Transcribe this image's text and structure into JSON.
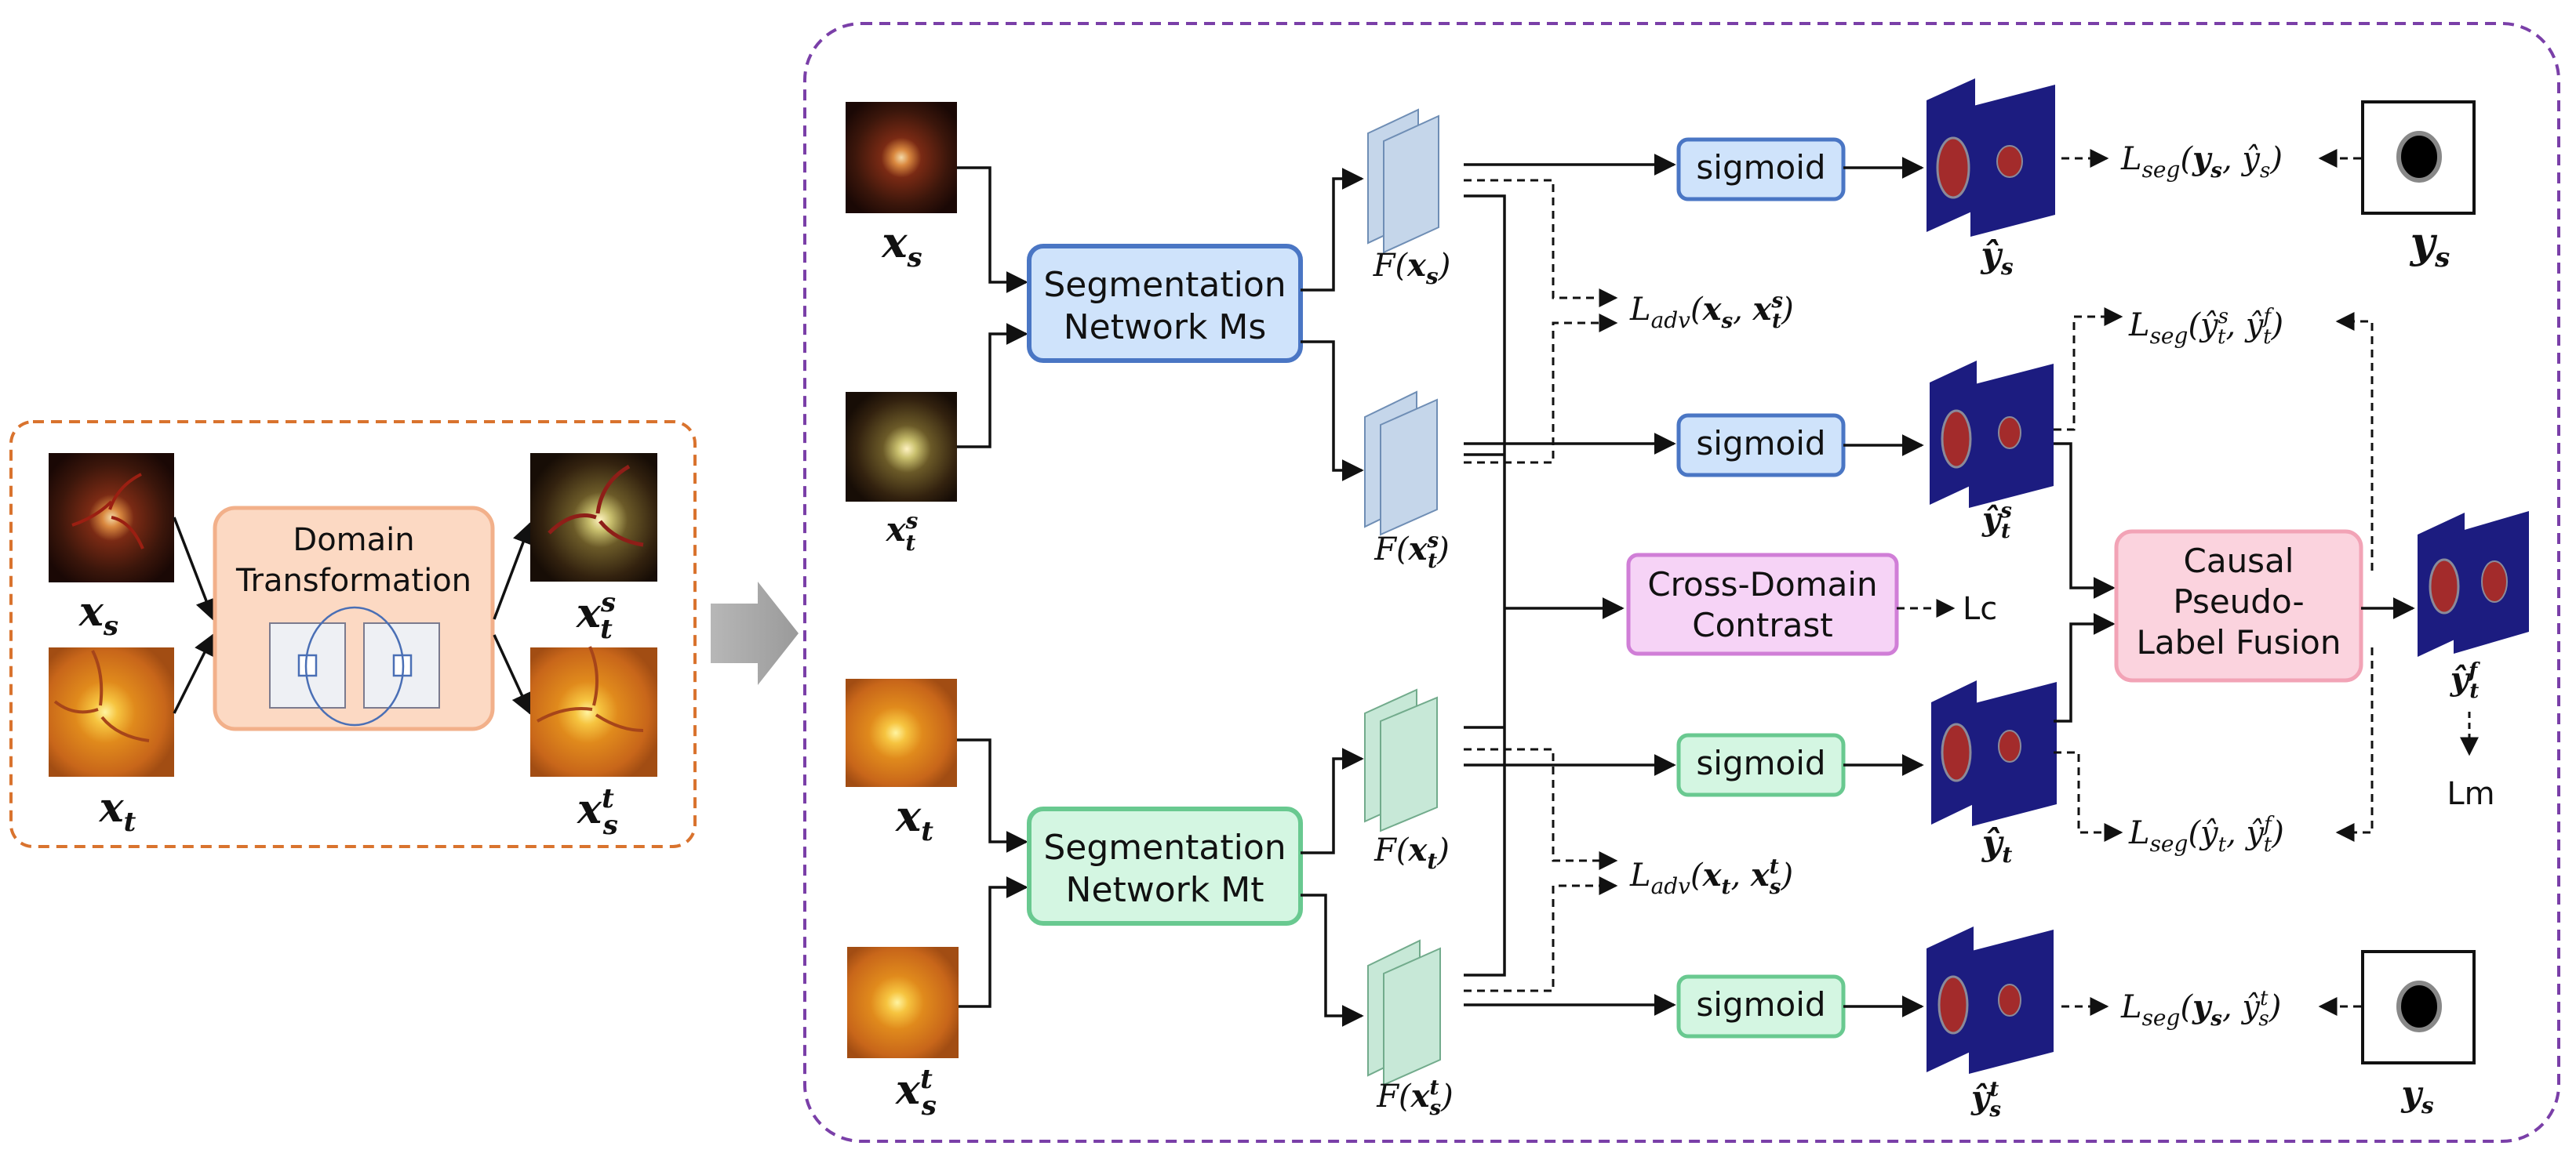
{
  "colors": {
    "left_border": "#d9732e",
    "right_border": "#7a3fa8",
    "domain_fill": "#fcd9c3",
    "domain_stroke": "#f2b08a",
    "seg_s_fill": "#cfe3fb",
    "seg_s_stroke": "#4a76c4",
    "seg_t_fill": "#d4f6e2",
    "seg_t_stroke": "#69c990",
    "contrast_fill": "#f6d3f6",
    "contrast_stroke": "#d07ed7",
    "fusion_fill": "#fbd3de",
    "fusion_stroke": "#f2a3b6",
    "mask_blue": "#1c1c80",
    "mask_red": "#a32b2b",
    "feature_blue": "#c5d6ea",
    "feature_green": "#c7e8d7",
    "big_arrow": "#a6a6a6"
  },
  "icons": {
    "source_image": "fundus-dark-image",
    "target_image": "fundus-orange-image",
    "feature_map": "stacked-feature-map-icon",
    "mask": "segmentation-mask-icon",
    "ground_truth": "ground-truth-mask-icon",
    "cycle": "cycle-transform-icon"
  },
  "left": {
    "domain_box_line1": "Domain",
    "domain_box_line2": "Transformation",
    "label_xs": "x_s",
    "label_xt": "x_t",
    "label_xts": "x_t^s",
    "label_xst": "x_s^t"
  },
  "right": {
    "input_labels": [
      "x_s",
      "x_t^s",
      "x_t",
      "x_s^t"
    ],
    "seg_s_line1": "Segmentation",
    "seg_s_line2": "Network Ms",
    "seg_t_line1": "Segmentation",
    "seg_t_line2": "Network Mt",
    "feature_labels": [
      "F(x_s)",
      "F(x_t^s)",
      "F(x_t)",
      "F(x_s^t)"
    ],
    "sigmoid_label": "sigmoid",
    "adv_loss_1": "L_adv(x_s, x_t^s)",
    "adv_loss_2": "L_adv(x_t, x_s^t)",
    "contrast_line1": "Cross-Domain",
    "contrast_line2": "Contrast",
    "contrast_loss": "Lc",
    "fusion_line1": "Causal",
    "fusion_line2": "Pseudo-",
    "fusion_line3": "Label Fusion",
    "mask_labels": [
      "ŷ_s",
      "ŷ_t^s",
      "ŷ_t",
      "ŷ_s^t"
    ],
    "fused_label": "ŷ_t^f",
    "fused_loss": "Lm",
    "seg_losses": [
      "L_seg(y_s, ŷ_s)",
      "L_seg(ŷ_t^s, ŷ_t^f)",
      "L_seg(ŷ_t, ŷ_t^f)",
      "L_seg(y_s, ŷ_s^t)"
    ],
    "gt_labels": [
      "y_s",
      "y_s"
    ]
  }
}
